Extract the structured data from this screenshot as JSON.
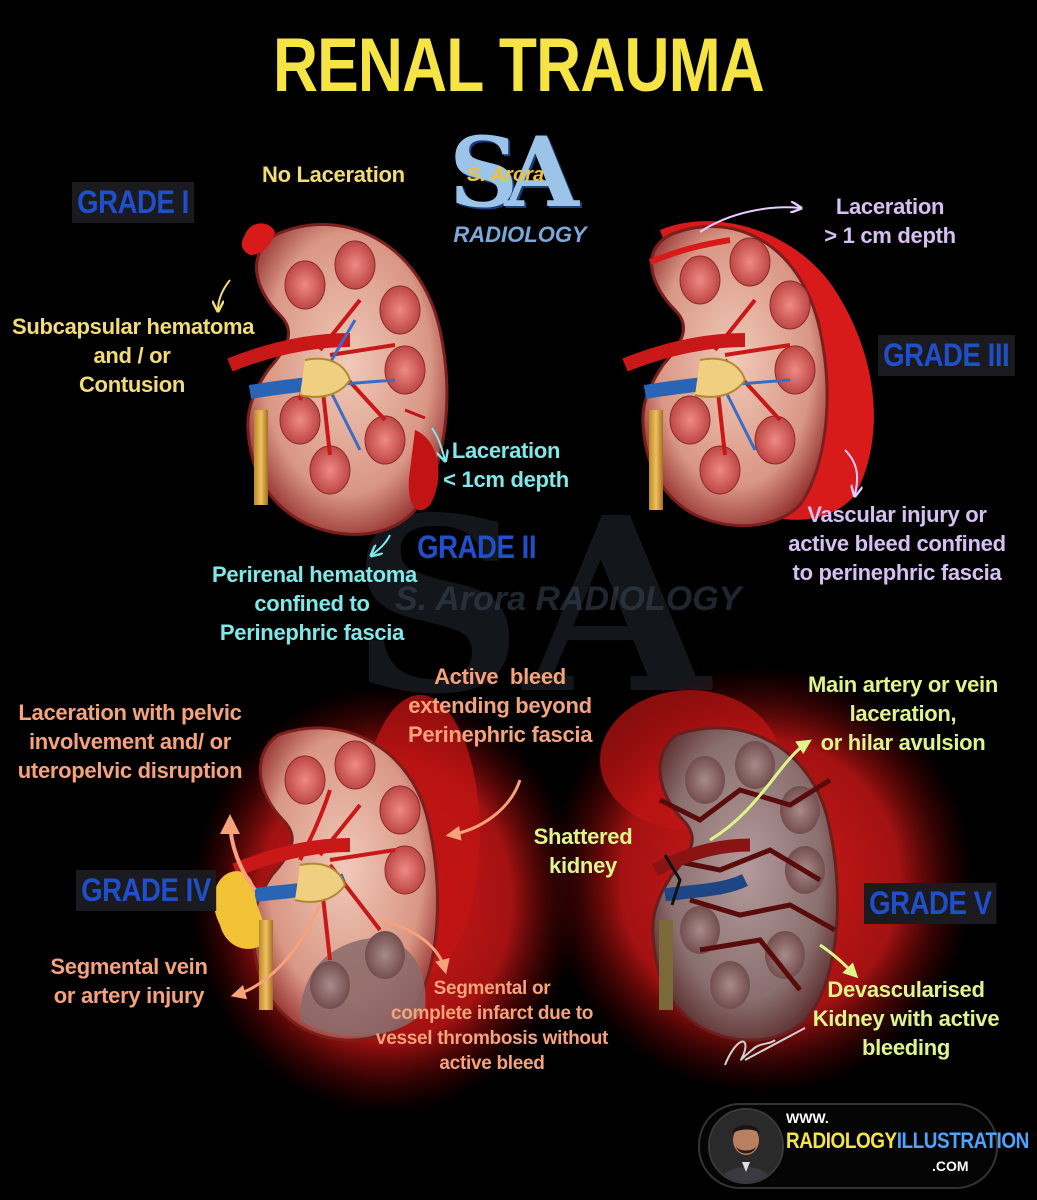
{
  "title": "RENAL TRAUMA",
  "logo": {
    "letters": "SA",
    "name": "S. Arora",
    "subtitle": "RADIOLOGY",
    "watermark": "S. Arora RADIOLOGY"
  },
  "grades": {
    "g1": {
      "label": "GRADE I",
      "top_note": "No Laceration",
      "lines": [
        "Subcapsular hematoma",
        "and / or",
        "Contusion"
      ]
    },
    "g2": {
      "label": "GRADE II",
      "laceration": [
        "Laceration",
        "< 1cm depth"
      ],
      "lines": [
        "Perirenal hematoma",
        "confined to",
        "Perinephric fascia"
      ]
    },
    "g3": {
      "label": "GRADE III",
      "laceration": [
        "Laceration",
        "> 1 cm depth"
      ],
      "lines": [
        "Vascular injury or",
        "active bleed confined",
        "to perinephric fascia"
      ]
    },
    "g4": {
      "label": "GRADE IV",
      "active_bleed": [
        "Active  bleed",
        "extending beyond",
        "Perinephric fascia"
      ],
      "pelvic": [
        "Laceration with pelvic",
        "involvement and/ or",
        "uteropelvic disruption"
      ],
      "segmental": [
        "Segmental vein",
        "or artery injury"
      ],
      "infarct": [
        "Segmental or",
        "complete infarct due to",
        "vessel thrombosis without",
        "active bleed"
      ]
    },
    "g5": {
      "label": "GRADE V",
      "main_artery": [
        "Main artery or vein",
        "laceration,",
        "or hilar avulsion"
      ],
      "shattered": [
        "Shattered",
        "kidney"
      ],
      "devascularised": [
        "Devascularised",
        "Kidney with active",
        "bleeding"
      ]
    }
  },
  "brand": {
    "www": "WWW.",
    "name_part1": "RADIOLOGY",
    "name_part2": "ILLUSTRATION",
    "com": ".COM"
  },
  "colors": {
    "title": "#f6e445",
    "grade": "#1f4fc9",
    "grade1_text": "#f4dc74",
    "grade2_text": "#7fe8e8",
    "grade3_text": "#d6c0f2",
    "grade4_text": "#f6a27a",
    "grade5_text": "#dff58a",
    "blood": "#d81a1a"
  }
}
